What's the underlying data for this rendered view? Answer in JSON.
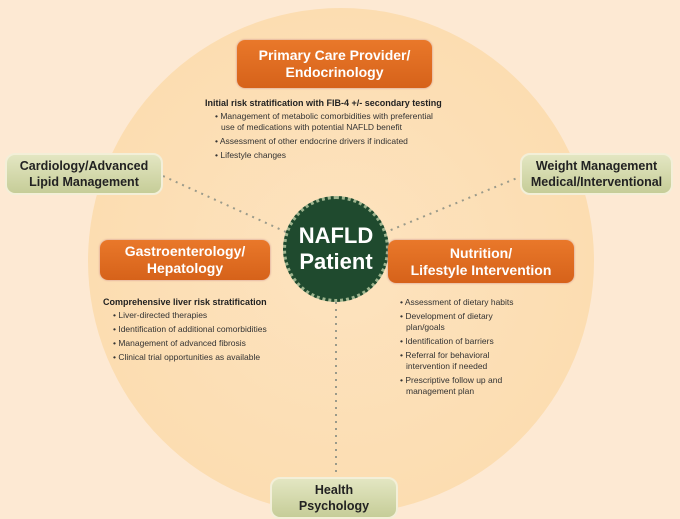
{
  "center": {
    "line1": "NAFLD",
    "line2": "Patient"
  },
  "primary_care": {
    "line1": "Primary Care Provider/",
    "line2": "Endocrinology",
    "heading": "Initial risk stratification with FIB-4 +/- secondary testing",
    "items": [
      "Management of metabolic comorbidities with preferential use of medications with potential NAFLD benefit",
      "Assessment of other endocrine drivers if indicated",
      "Lifestyle changes"
    ]
  },
  "gastro": {
    "line1": "Gastroenterology/",
    "line2": "Hepatology",
    "heading": "Comprehensive liver risk stratification",
    "items": [
      "Liver-directed therapies",
      "Identification of additional comorbidities",
      "Management of advanced fibrosis",
      "Clinical trial opportunities as available"
    ]
  },
  "nutrition": {
    "line1": "Nutrition/",
    "line2": "Lifestyle Intervention",
    "items": [
      "Assessment of dietary habits",
      "Development of dietary plan/goals",
      "Identification of barriers",
      "Referral for behavioral intervention if needed",
      "Prescriptive follow up and management plan"
    ]
  },
  "cardiology": {
    "line1": "Cardiology/Advanced",
    "line2": "Lipid Management"
  },
  "weight": {
    "line1": "Weight Management",
    "line2": "Medical/Interventional"
  },
  "psychology": {
    "line1": "Health",
    "line2": "Psychology"
  },
  "colors": {
    "orange": "#e06e22",
    "green_center": "#1f4a2e",
    "green_box": "#d3d8a8",
    "circle": "#fcdcaf",
    "background": "#fde9d3"
  }
}
